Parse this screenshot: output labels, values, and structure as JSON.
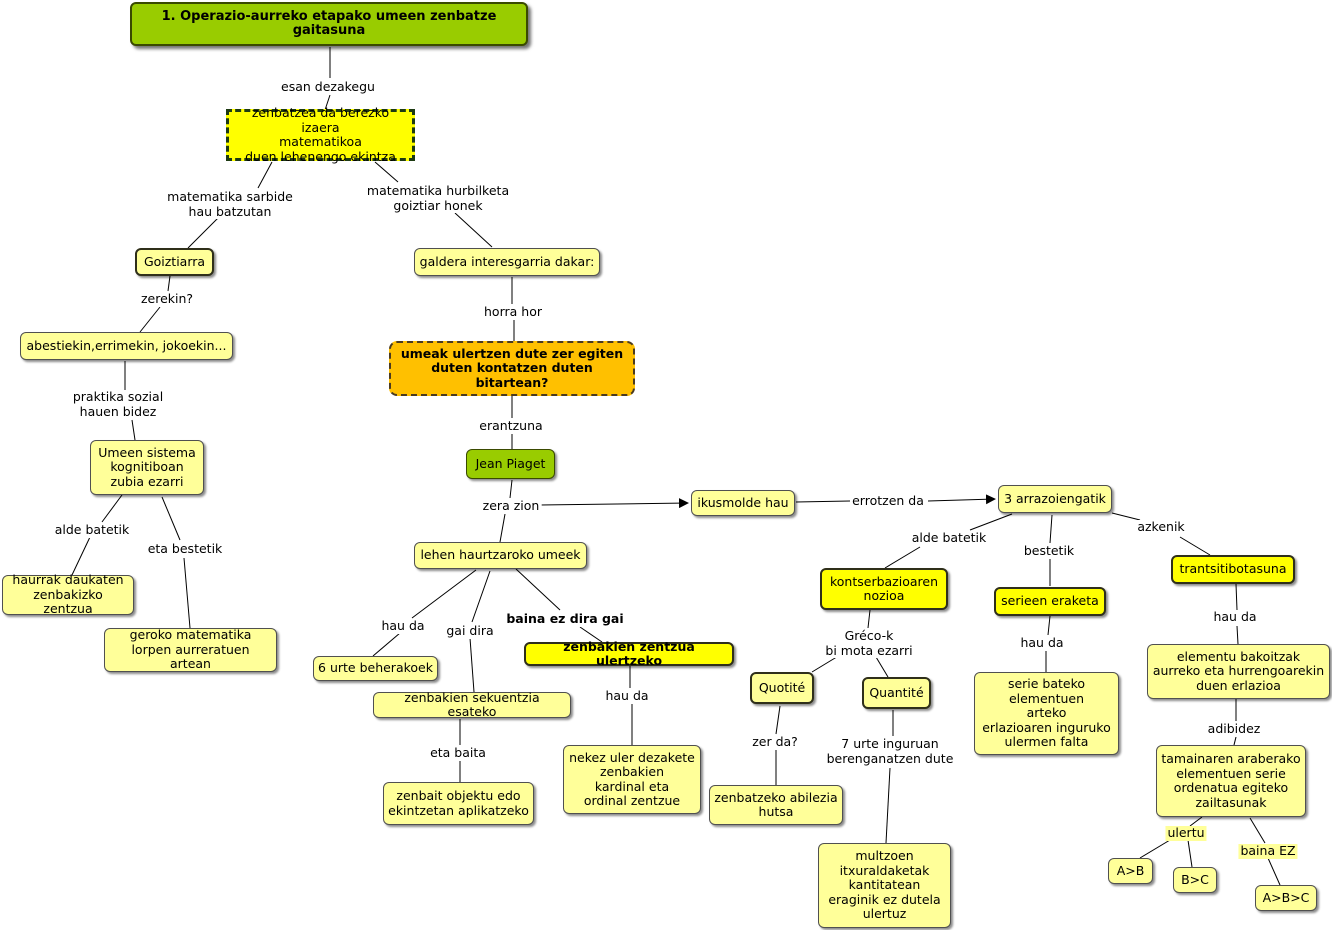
{
  "nodes": {
    "title": "1. Operazio-aurreko etapako umeen zenbatze gaitasuna",
    "zenbatzea": "zenbatzea da berezko izaera\nmatematikoa\nduen lehenengo ekintza",
    "goiztiarra": "Goiztiarra",
    "galdera": "galdera interesgarria dakar:",
    "abestiekin": "abestiekin,errimekin, jokoekin...",
    "umeak": "umeak ulertzen dute zer egiten\nduten kontatzen duten bitartean?",
    "umeen_sistema": "Umeen sistema\nkognitiboan\nzubia ezarri",
    "jean_piaget": "Jean Piaget",
    "ikusmolde": "ikusmolde hau",
    "arrazoiak": "3 arrazoiengatik",
    "lehen_haurtzaroko": "lehen haurtzaroko umeek",
    "haurrak": "haurrak daukaten\nzenbakizko zentzua",
    "kontserbazioa": "kontserbazioaren\nnozioa",
    "serieen": "serieen eraketa",
    "trantsitibotasuna": "trantsitibotasuna",
    "geroko": "geroko matematika\nlorpen aurreratuen artean",
    "zenbakien_zentzua": "zenbakien zentzua ulertzeko",
    "sei_urte": "6 urte beherakoek",
    "elementu": "elementu bakoitzak\naurreko eta hurrengoarekin\nduen erlazioa",
    "serie_bateko": "serie bateko\nelementuen\narteko\nerlazioaren inguruko\nulermen falta",
    "quotite": "Quotité",
    "quantite": "Quantité",
    "sekuentzia": "zenbakien sekuentzia esateko",
    "nekez": "nekez uler dezakete\nzenbakien\nkardinal eta\nordinal zentzue",
    "tamainaren": "tamainaren araberako\nelementuen serie\nordenatua egiteko\nzailtasunak",
    "objektu": "zenbait objektu edo\nekintzetan aplikatzeko",
    "abilezia": "zenbatzeko abilezia\nhutsa",
    "a_b": "A>B",
    "b_c": "B>C",
    "a_b_c": "A>B>C",
    "multzoen": "multzoen\nitxuraldaketak\nkantitatean\neraginik ez dutela\nulertuz"
  },
  "labels": {
    "esan_dezakegu": "esan dezakegu",
    "sarbide": "matematika sarbide\nhau batzutan",
    "hurbilketa": "matematika hurbilketa\ngoiztiar honek",
    "zerekin": "zerekin?",
    "horra_hor": "horra hor",
    "praktika": "praktika sozial\nhauen bidez",
    "erantzuna": "erantzuna",
    "zera_zion": "zera zion",
    "errotzen": "errotzen da",
    "alde_batetik_1": "alde batetik",
    "eta_bestetik": "eta bestetik",
    "alde_batetik_2": "alde batetik",
    "bestetik": "bestetik",
    "azkenik": "azkenik",
    "hau_da_1": "hau da",
    "gai_dira": "gai dira",
    "baina_ez": "baina ez dira gai",
    "greco": "Gréco-k\nbi mota ezarri",
    "hau_da_2": "hau da",
    "hau_da_3": "hau da",
    "hau_da_4": "hau da",
    "eta_baita": "eta baita",
    "zer_da": "zer da?",
    "zazpi_urte": "7 urte inguruan\nberenganatzen dute",
    "adibidez": "adibidez",
    "ulertu": "ulertu",
    "baina_ez_hl": "baina EZ"
  },
  "colors": {
    "light_yellow": "#ffff99",
    "yellow": "#ffff00",
    "green": "#99cc00",
    "orange": "#ffc000",
    "line": "#000000"
  }
}
